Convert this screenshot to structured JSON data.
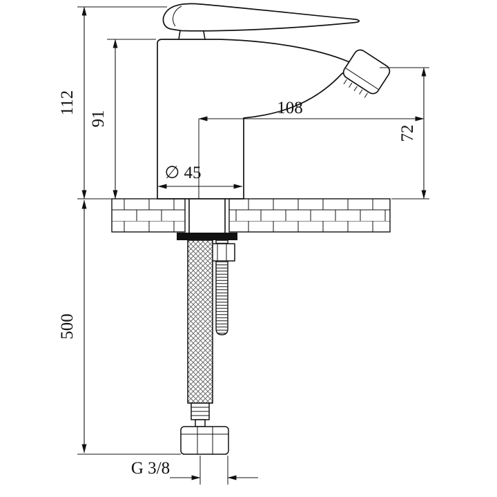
{
  "colors": {
    "line": "#111111",
    "background": "#ffffff",
    "washer_fill": "#111111"
  },
  "dimensions": {
    "total_height": "112",
    "body_height": "91",
    "spout_reach": "108",
    "spout_height": "72",
    "base_diameter": "∅ 45",
    "hose_length": "500",
    "hose_thread": "G 3/8"
  }
}
